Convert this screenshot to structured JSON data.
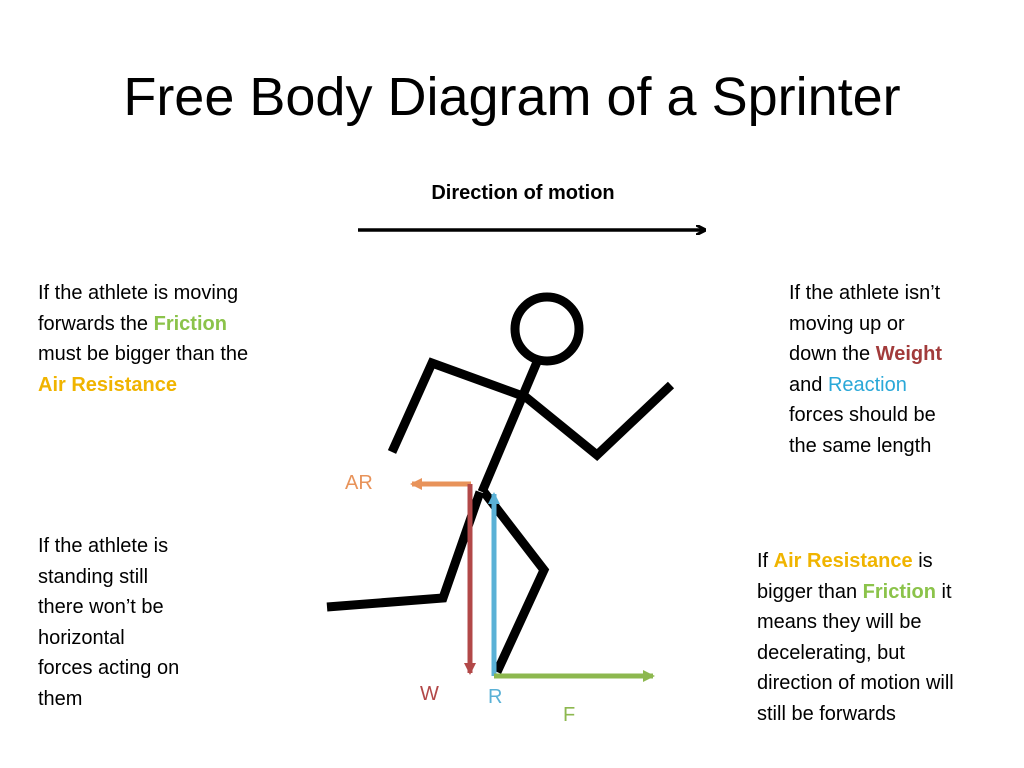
{
  "title": "Free Body Diagram of a Sprinter",
  "motion_label": "Direction of motion",
  "notes": {
    "top_left": {
      "line1": "If the athlete is moving",
      "line2a": "forwards the ",
      "friction": "Friction",
      "line3": "must be bigger than the",
      "air_resistance": "Air Resistance"
    },
    "bottom_left": {
      "line1": "If the athlete is",
      "line2": "standing still",
      "line3": "there won’t be",
      "line4": "horizontal",
      "line5": "forces acting on",
      "line6": "them"
    },
    "top_right": {
      "line1": "If the athlete isn’t",
      "line2": "moving up or",
      "line3a": "down the ",
      "weight": "Weight",
      "line4a": "and ",
      "reaction": "Reaction",
      "line5": "forces should be",
      "line6": "the same length"
    },
    "bottom_right": {
      "line1a": "If ",
      "air_resistance": "Air Resistance",
      "line1b": " is",
      "line2a": "bigger than ",
      "friction": "Friction",
      "line2b": " it",
      "line3": "means they will be",
      "line4": "decelerating, but",
      "line5": "direction of motion will",
      "line6": "still be forwards"
    }
  },
  "force_labels": {
    "air_resistance": "AR",
    "weight": "W",
    "reaction": "R",
    "friction": "F"
  },
  "colors": {
    "air_resistance_arrow": "#e8935a",
    "weight_arrow": "#b24848",
    "reaction_arrow": "#5ab1d6",
    "friction_arrow": "#8db84f",
    "friction_text": "#8bc34a",
    "air_resistance_text": "#f0b400",
    "weight_text": "#a23b3b",
    "reaction_text": "#2aa8d8"
  }
}
